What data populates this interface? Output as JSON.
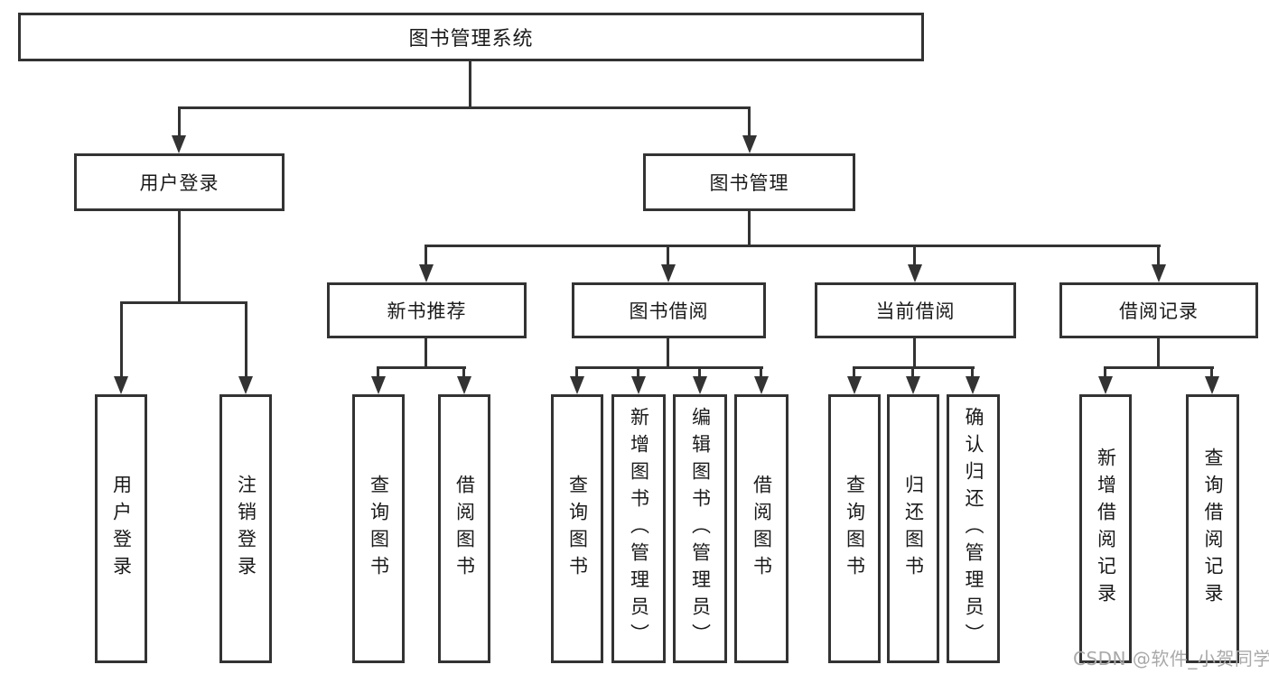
{
  "diagram": {
    "type": "hierarchy-tree",
    "watermark": "CSDN @软件_小贺同学",
    "colors": {
      "line": "#333333",
      "text": "#1a1a1a",
      "watermark": "#a9a9a9",
      "background": "#ffffff"
    },
    "nodes": {
      "root": {
        "label": "图书管理系统"
      },
      "user_login": {
        "label": "用户登录"
      },
      "book_mgmt": {
        "label": "图书管理"
      },
      "new_book": {
        "label": "新书推荐"
      },
      "book_borrow": {
        "label": "图书借阅"
      },
      "current_borrow": {
        "label": "当前借阅"
      },
      "borrow_record": {
        "label": "借阅记录"
      },
      "leaf_user_login": {
        "label": "用户登录"
      },
      "leaf_logout": {
        "label": "注销登录"
      },
      "leaf_nb_query": {
        "label": "查询图书"
      },
      "leaf_nb_borrow": {
        "label": "借阅图书"
      },
      "leaf_bb_query": {
        "label": "查询图书"
      },
      "leaf_bb_add": {
        "label": "新增图书（管理员）"
      },
      "leaf_bb_edit": {
        "label": "编辑图书（管理员）"
      },
      "leaf_bb_borrow": {
        "label": "借阅图书"
      },
      "leaf_cb_query": {
        "label": "查询图书"
      },
      "leaf_cb_return": {
        "label": "归还图书"
      },
      "leaf_cb_confirm": {
        "label": "确认归还（管理员）"
      },
      "leaf_br_add": {
        "label": "新增借阅记录"
      },
      "leaf_br_query": {
        "label": "查询借阅记录"
      }
    },
    "edges": [
      "图书管理系统→用户登录",
      "图书管理系统→图书管理",
      "用户登录→用户登录",
      "用户登录→注销登录",
      "图书管理→新书推荐",
      "图书管理→图书借阅",
      "图书管理→当前借阅",
      "图书管理→借阅记录",
      "新书推荐→查询图书",
      "新书推荐→借阅图书",
      "图书借阅→查询图书",
      "图书借阅→新增图书（管理员）",
      "图书借阅→编辑图书（管理员）",
      "图书借阅→借阅图书",
      "当前借阅→查询图书",
      "当前借阅→归还图书",
      "当前借阅→确认归还（管理员）",
      "借阅记录→新增借阅记录",
      "借阅记录→查询借阅记录"
    ]
  }
}
